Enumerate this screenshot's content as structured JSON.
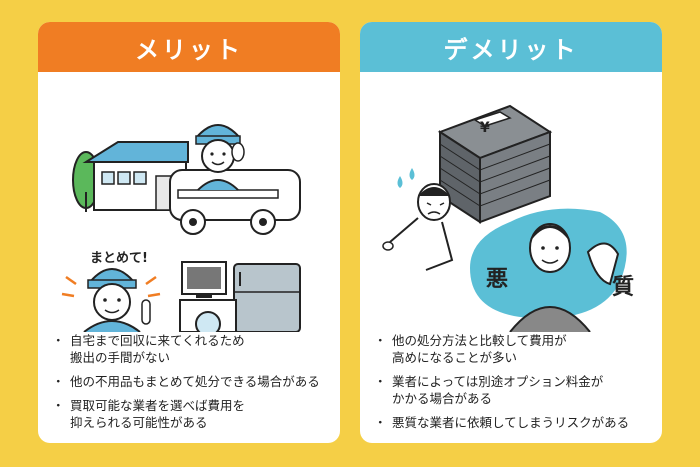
{
  "merit": {
    "title": "メリット",
    "callout": "まとめて!",
    "points": [
      {
        "line1": "自宅まで回収に来てくれるため",
        "line2": "搬出の手間がない"
      },
      {
        "line1": "他の不用品もまとめて処分できる場合がある",
        "line2": ""
      },
      {
        "line1": "買取可能な業者を選べば費用を",
        "line2": "抑えられる可能性がある"
      }
    ]
  },
  "demerit": {
    "title": "デメリット",
    "kanji_left": "悪",
    "kanji_right": "質",
    "yen_mark": "¥",
    "points": [
      {
        "line1": "他の処分方法と比較して費用が",
        "line2": "高めになることが多い"
      },
      {
        "line1": "業者によっては別途オプション料金が",
        "line2": "かかる場合がある"
      },
      {
        "line1": "悪質な業者に依頼してしまうリスクがある",
        "line2": ""
      }
    ]
  }
}
